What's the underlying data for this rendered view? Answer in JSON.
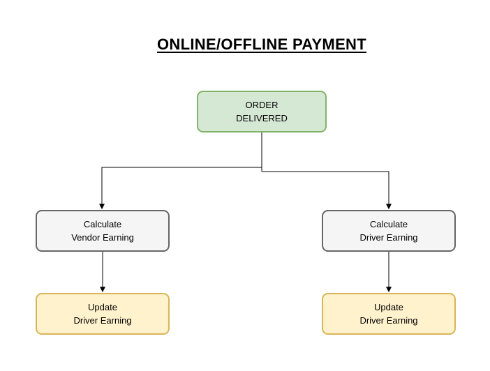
{
  "title": "ONLINE/OFFLINE PAYMENT",
  "colors": {
    "green_fill": "#d5e8d4",
    "green_border": "#82b366",
    "gray_fill": "#f5f5f5",
    "gray_border": "#666666",
    "yellow_fill": "#fff2cc",
    "yellow_border": "#d6b656",
    "line": "#000000"
  },
  "nodes": [
    {
      "id": "order-delivered",
      "style": "green",
      "lines": [
        "ORDER",
        "DELIVERED"
      ]
    },
    {
      "id": "calculate-vendor-earning",
      "style": "gray",
      "lines": [
        "Calculate",
        "Vendor Earning"
      ]
    },
    {
      "id": "calculate-driver-earning",
      "style": "gray",
      "lines": [
        "Calculate",
        "Driver Earning"
      ]
    },
    {
      "id": "update-driver-earning-left",
      "style": "yellow",
      "lines": [
        "Update",
        "Driver Earning"
      ]
    },
    {
      "id": "update-driver-earning-right",
      "style": "yellow",
      "lines": [
        "Update",
        "Driver Earning"
      ]
    }
  ],
  "edges": [
    {
      "from": "order-delivered",
      "to": "calculate-vendor-earning"
    },
    {
      "from": "order-delivered",
      "to": "calculate-driver-earning"
    },
    {
      "from": "calculate-vendor-earning",
      "to": "update-driver-earning-left"
    },
    {
      "from": "calculate-driver-earning",
      "to": "update-driver-earning-right"
    }
  ]
}
